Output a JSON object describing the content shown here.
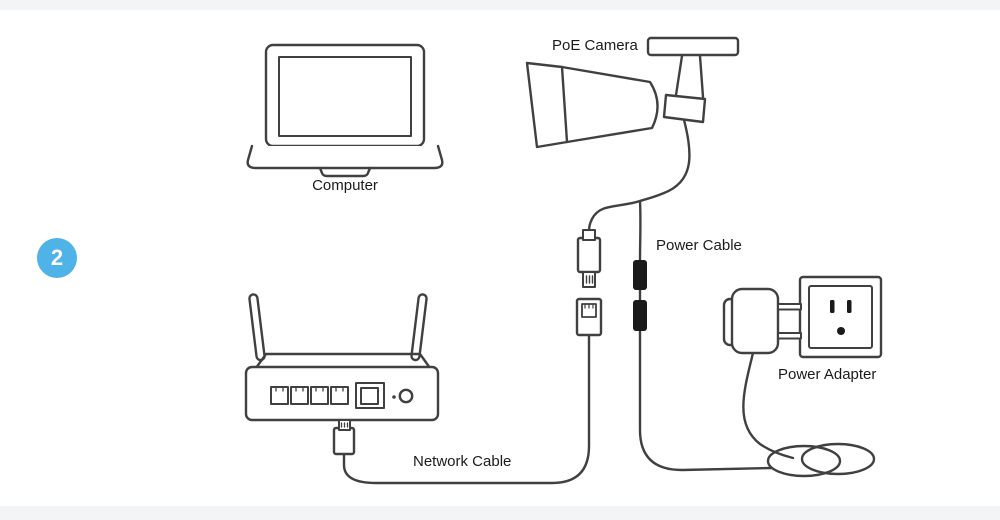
{
  "page": {
    "step_badge": "2",
    "labels": {
      "poe_camera": "PoE Camera",
      "computer": "Computer",
      "power_cable": "Power Cable",
      "power_adapter": "Power Adapter",
      "network_cable": "Network Cable"
    },
    "colors": {
      "accent_blue": "#4FB3E8",
      "line_gray": "#404040",
      "connector_black": "#1A1A1A",
      "background": "#FFFFFF",
      "edge_band_gray": "#F3F4F6",
      "text": "#1B1B1B"
    },
    "icons": [
      "laptop-icon",
      "poe-camera-icon",
      "router-icon",
      "rj45-plug-icon",
      "ethernet-coupler-icon",
      "dc-power-connector-icon",
      "power-adapter-icon",
      "wall-outlet-icon",
      "cable-coil-icon"
    ]
  }
}
